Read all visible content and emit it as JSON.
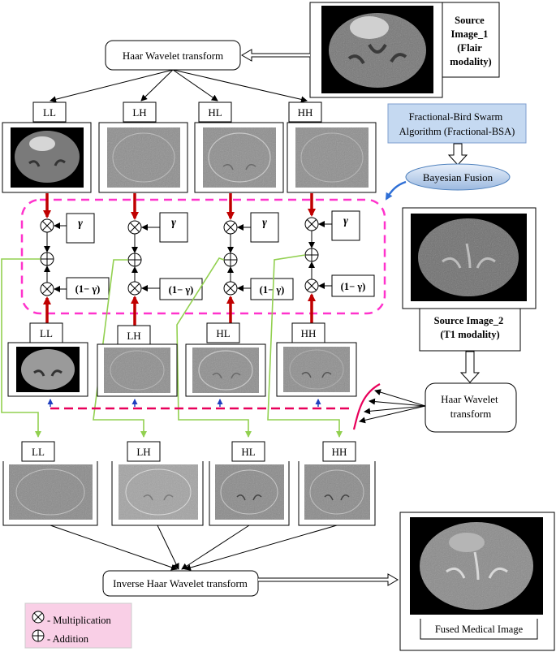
{
  "source1": {
    "title_lines": [
      "Source",
      "Image_1",
      "(Flair",
      "modality)"
    ]
  },
  "source2": {
    "title_lines": [
      "Source Image_2",
      "(T1 modality)"
    ]
  },
  "haar_top": "Haar Wavelet transform",
  "haar_right_lines": [
    "Haar Wavelet",
    "transform"
  ],
  "fbsa_lines": [
    "Fractional-Bird Swarm",
    "Algorithm (Fractional-BSA)"
  ],
  "bayesian": "Bayesian Fusion",
  "bands": [
    "LL",
    "LH",
    "HL",
    "HH"
  ],
  "gamma": "γ",
  "one_minus_gamma": "(1− γ)",
  "inverse_haar": "Inverse Haar Wavelet transform",
  "fused_caption": "Fused Medical Image",
  "legend": {
    "multiplication": "- Multiplication",
    "addition": "- Addition"
  },
  "colors": {
    "red_arrow": "#c00000",
    "green_line": "#92d050",
    "blue_arrow": "#1f3fbf",
    "magenta_dash": "#ff33cc",
    "fbsa_fill": "#c5d9f1",
    "legend_fill": "#f9cfe6"
  }
}
